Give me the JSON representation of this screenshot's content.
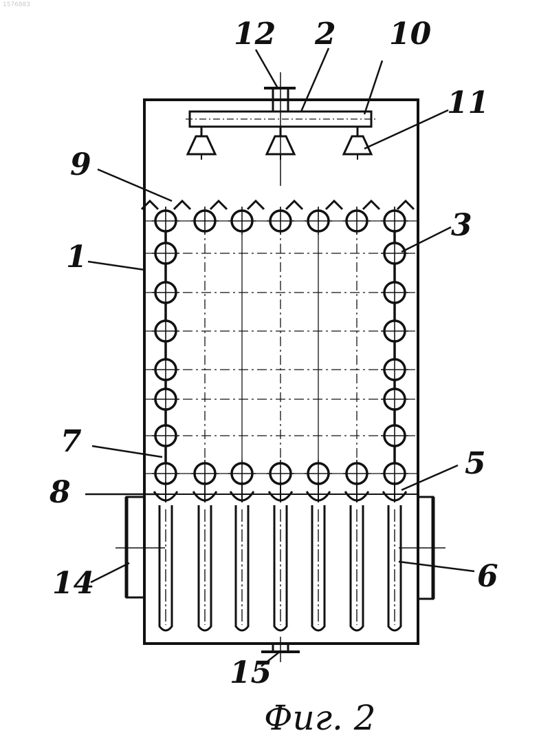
{
  "document_number": "1576883",
  "caption": "Фиг. 2",
  "labels": {
    "l1": "1",
    "l2": "2",
    "l3": "3",
    "l5": "5",
    "l6": "6",
    "l7": "7",
    "l8": "8",
    "l9": "9",
    "l10": "10",
    "l11": "11",
    "l12": "12",
    "l14": "14",
    "l15": "15"
  },
  "colors": {
    "ink": "#111111",
    "paper": "#ffffff"
  }
}
